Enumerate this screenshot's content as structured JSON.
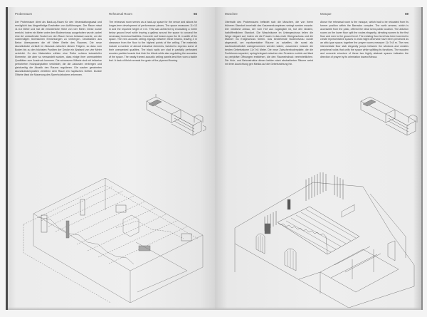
{
  "spread": {
    "left_page": {
      "german_column": {
        "heading": "Probenraum",
        "text": "Der Probenraum dient als Back-up-Raum für den Veranstaltungssaal und ermöglicht das längerfristige Erarbeiten von Aufführungen. Der Raum misst 11×13 Meter und hat die erforderliche Höhe von vier Meter. Diese wurde erreicht, indem ein Meter unter dem Bodenniveau ausgehoben wurde, wobei eine Art umlaufender Sockel um den Raum herum belassen wurde, um die notwendigen technischen Einrichtungen zu verbergen. Deckbalken aus Beton überspannen die elf Meter Breite des Raumes. Die neue Akustikdecke verläuft im Zickzack zwischen diesen Trägern, so dass vom Boden bis zu den höchsten Punkten der Decke ein Abstand von vier Meter verbleibt. Zu den Materialien zählen eine Reihe schiera industrieller Elemente, die aber so verwandelt wurden, dass einige ihrer unerwarteten Qualitäten zum Ausdruck kommen. Die schwarzen Wände sind mit teilweise perforierten Holzspanplatten verkleidet, die die Jalousien verbergen und gleichzeitig die Akustik des Raums regulieren. Die sauber gerahmten Akustikdeckenplatten verleihen dem Raum ein haptisches Gefühl. Dunkle Ölfarbe lässt die Maserung des Sperrholzbodens erkennen."
      },
      "english_column": {
        "heading": "Rehearsal Room",
        "page_number": "66",
        "text": "The rehearsal room serves as a back-up space for the venue and allows for longer-term development of performance pieces. The space measures 11×13 m and the required height of 4 m. This was achieved by excavating a metre below ground level while leaving a gallery around the space to conceal the necessary technical facilities. Concrete roof beams span the 11 m width of the space. The new acoustic ceiling zigzags between these beams, leaving 4 m clearance from the floor to the highest points of the ceiling. The materials include a number of almost industrial elements, twisted to express some of their unexpected qualities. The black walls are clad in partially perforated wooden particle boards that hide the blinds while also regulating the acoustics of the space. The neatly framed acoustic ceiling panels lend the room a tactile feel. A dark oil finish reveals the grain of the plywood flooring."
      },
      "drawings": [
        {
          "name": "rehearsal-room-section-small",
          "description": "small isometric section"
        },
        {
          "name": "rehearsal-room-isometric",
          "description": "isometric drawing of rehearsal room"
        }
      ]
    },
    "right_page": {
      "german_column": {
        "heading": "Moschee",
        "text": "Oberhalb des Probenraums befindet sich die Moschee, die von ihrem früheren Standort innerhalb des Kasernenkomplexes verlegt werden musste. Der nördliche Anbau, der vom Hof aus zugänglich ist, bot den idealen, halböffentlichen Standort. Die Waschräume im Untergeschoss teilen die Wege elegant auf, indem sie die Frauen in das erste Obergeschoss und die Männer ins Erdgeschoss führen. Das bestehende Bodenniveau wurde abgesenkt, um repräsentative Räume zu schaffen, die sonst als dachbodenähnlich wahrgenommen werden wären; zusammen messen die beiden Gebetsräume 11×7×8 Meter. Die neue Zwischenbodenplatte, die die Funktionen separiert, springt elegant zwischen den Fenstern zurück und lässt so periphäre Öffnungen entstehen, die den Raumeindruck vereinheitlichen. Die Holz- und Betonstruktur dieser beiden stark abstrahierten Räume weist mit ihrer Ausrichtung gen Mekka auf die Gebetsrichtung hin."
      },
      "english_column": {
        "heading": "Mosque",
        "page_number": "69",
        "text": "Above the rehearsal room is the mosque, which had to be relocated from its former position within the Barracks complex. The north annexe, which is accessible from the patio, offered the ideal semi-public location. The ablution rooms on the lower floor split the routes elegantly, directing women to the first floor and men to the ground level. The existing floor level has been lowered to create representative spaces in what might otherwise have been perceived as an attic-type space; together the prayer rooms measure 11×7×8 m. The new intermediate floor slab elegantly jumps between the windows and creates peripheral voids that unify the space while splitting its functions. The wooden and concrete structure of these two highly abstract spaces indicates the direction of prayer by its orientation toward Mecca."
      },
      "drawings": [
        {
          "name": "mosque-section-small",
          "description": "small isometric section"
        },
        {
          "name": "mosque-isometric",
          "description": "isometric drawing of mosque with pleated ceiling"
        }
      ]
    }
  },
  "colors": {
    "paper": "#eeeeee",
    "text": "#3a3a3a",
    "line": "#555555",
    "spine_edge": "#4a4a4a"
  }
}
